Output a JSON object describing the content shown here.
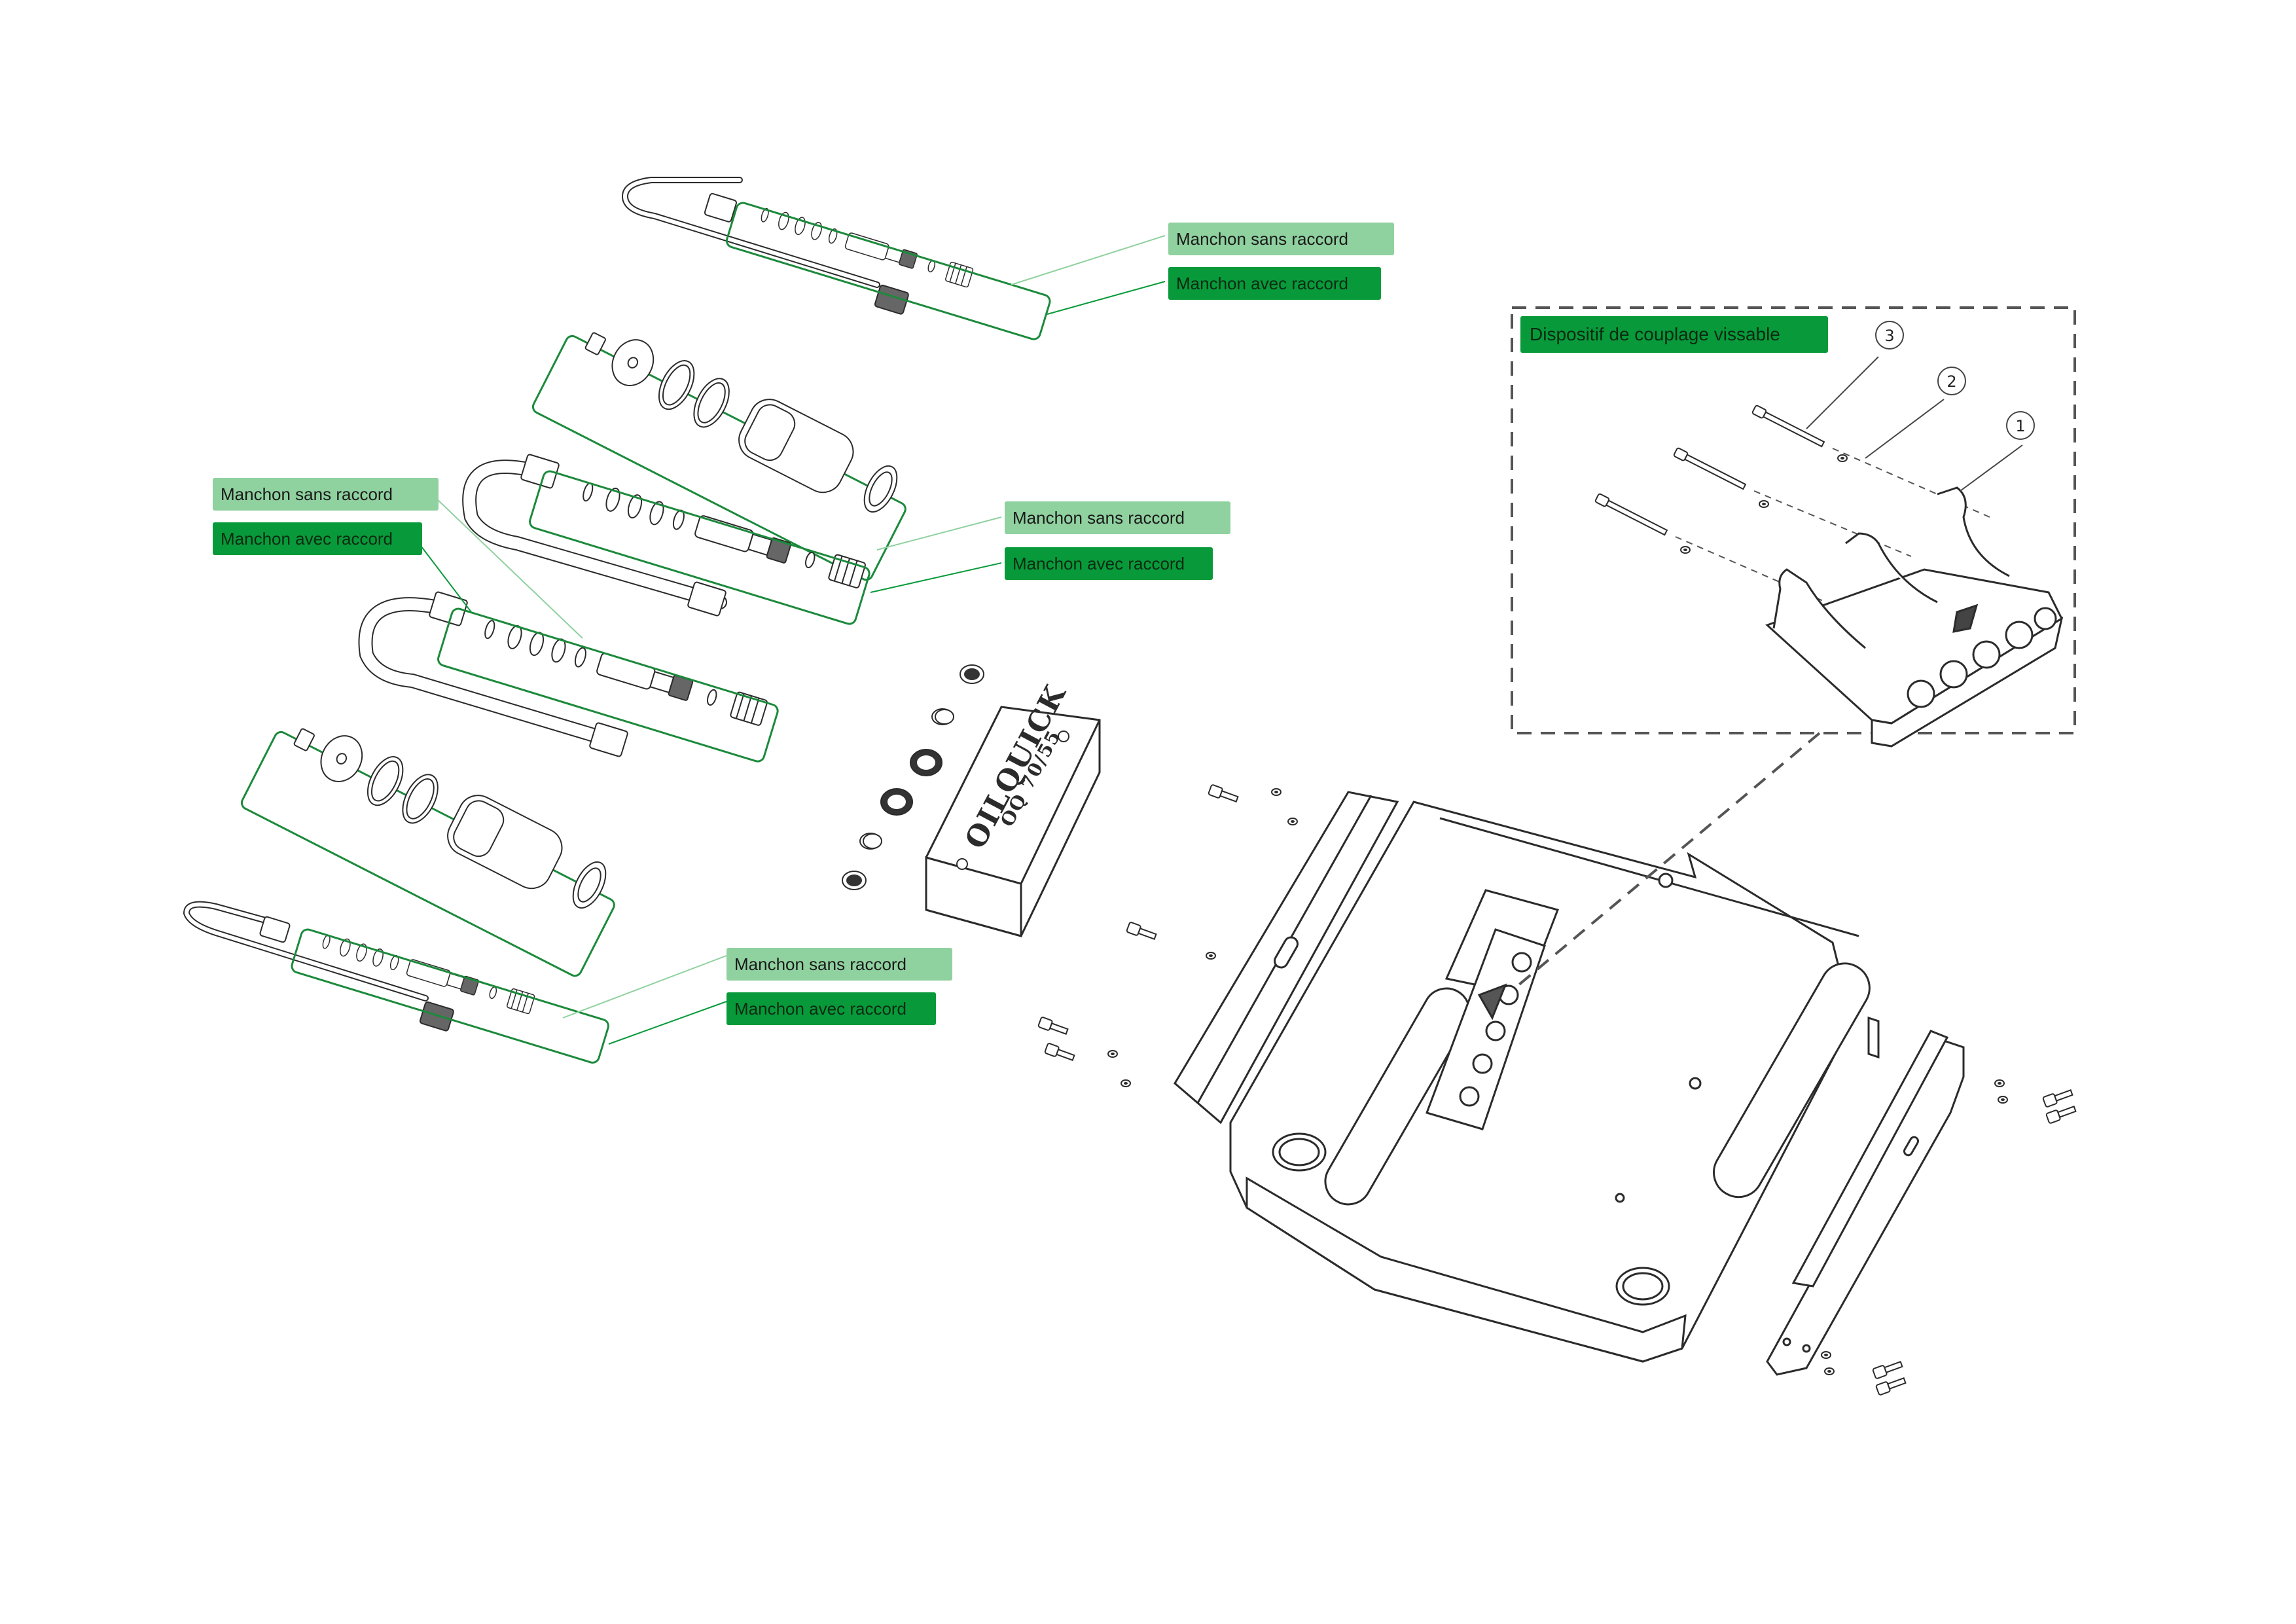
{
  "colors": {
    "accent_light": "#8fd19f",
    "accent_dark": "#089a3a",
    "line": "#2b2b2b",
    "frame": "#1c8a3c"
  },
  "labels": {
    "top": {
      "sans": "Manchon sans raccord",
      "avec": "Manchon avec raccord"
    },
    "middle_right": {
      "sans": "Manchon sans raccord",
      "avec": "Manchon avec raccord"
    },
    "middle_left": {
      "sans": "Manchon sans raccord",
      "avec": "Manchon avec raccord"
    },
    "bottom": {
      "sans": "Manchon sans raccord",
      "avec": "Manchon avec raccord"
    }
  },
  "detail": {
    "title": "Dispositif de couplage vissable",
    "callouts": [
      "1",
      "2",
      "3"
    ]
  },
  "block": {
    "brand": "OILQUICK",
    "model": "OQ 70/55"
  },
  "icons": [
    "hose-assembly-icon",
    "seal-kit-icon",
    "valve-block-icon",
    "quick-coupler-frame-icon",
    "coupling-bracket-icon",
    "bolt-icon",
    "washer-icon"
  ]
}
